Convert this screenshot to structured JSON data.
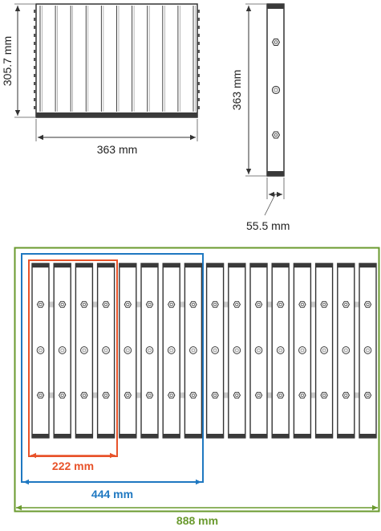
{
  "top_view": {
    "height_label": "305.7 mm",
    "width_label": "363 mm"
  },
  "side_view": {
    "height_label": "363 mm",
    "depth_label": "55.5 mm"
  },
  "array_view": {
    "unit_count": 16,
    "spans": [
      {
        "label": "222 mm",
        "units": 4,
        "color": "#e8532a"
      },
      {
        "label": "444 mm",
        "units": 8,
        "color": "#1f78c1"
      },
      {
        "label": "888 mm",
        "units": 16,
        "color": "#6a9a2e"
      }
    ]
  }
}
